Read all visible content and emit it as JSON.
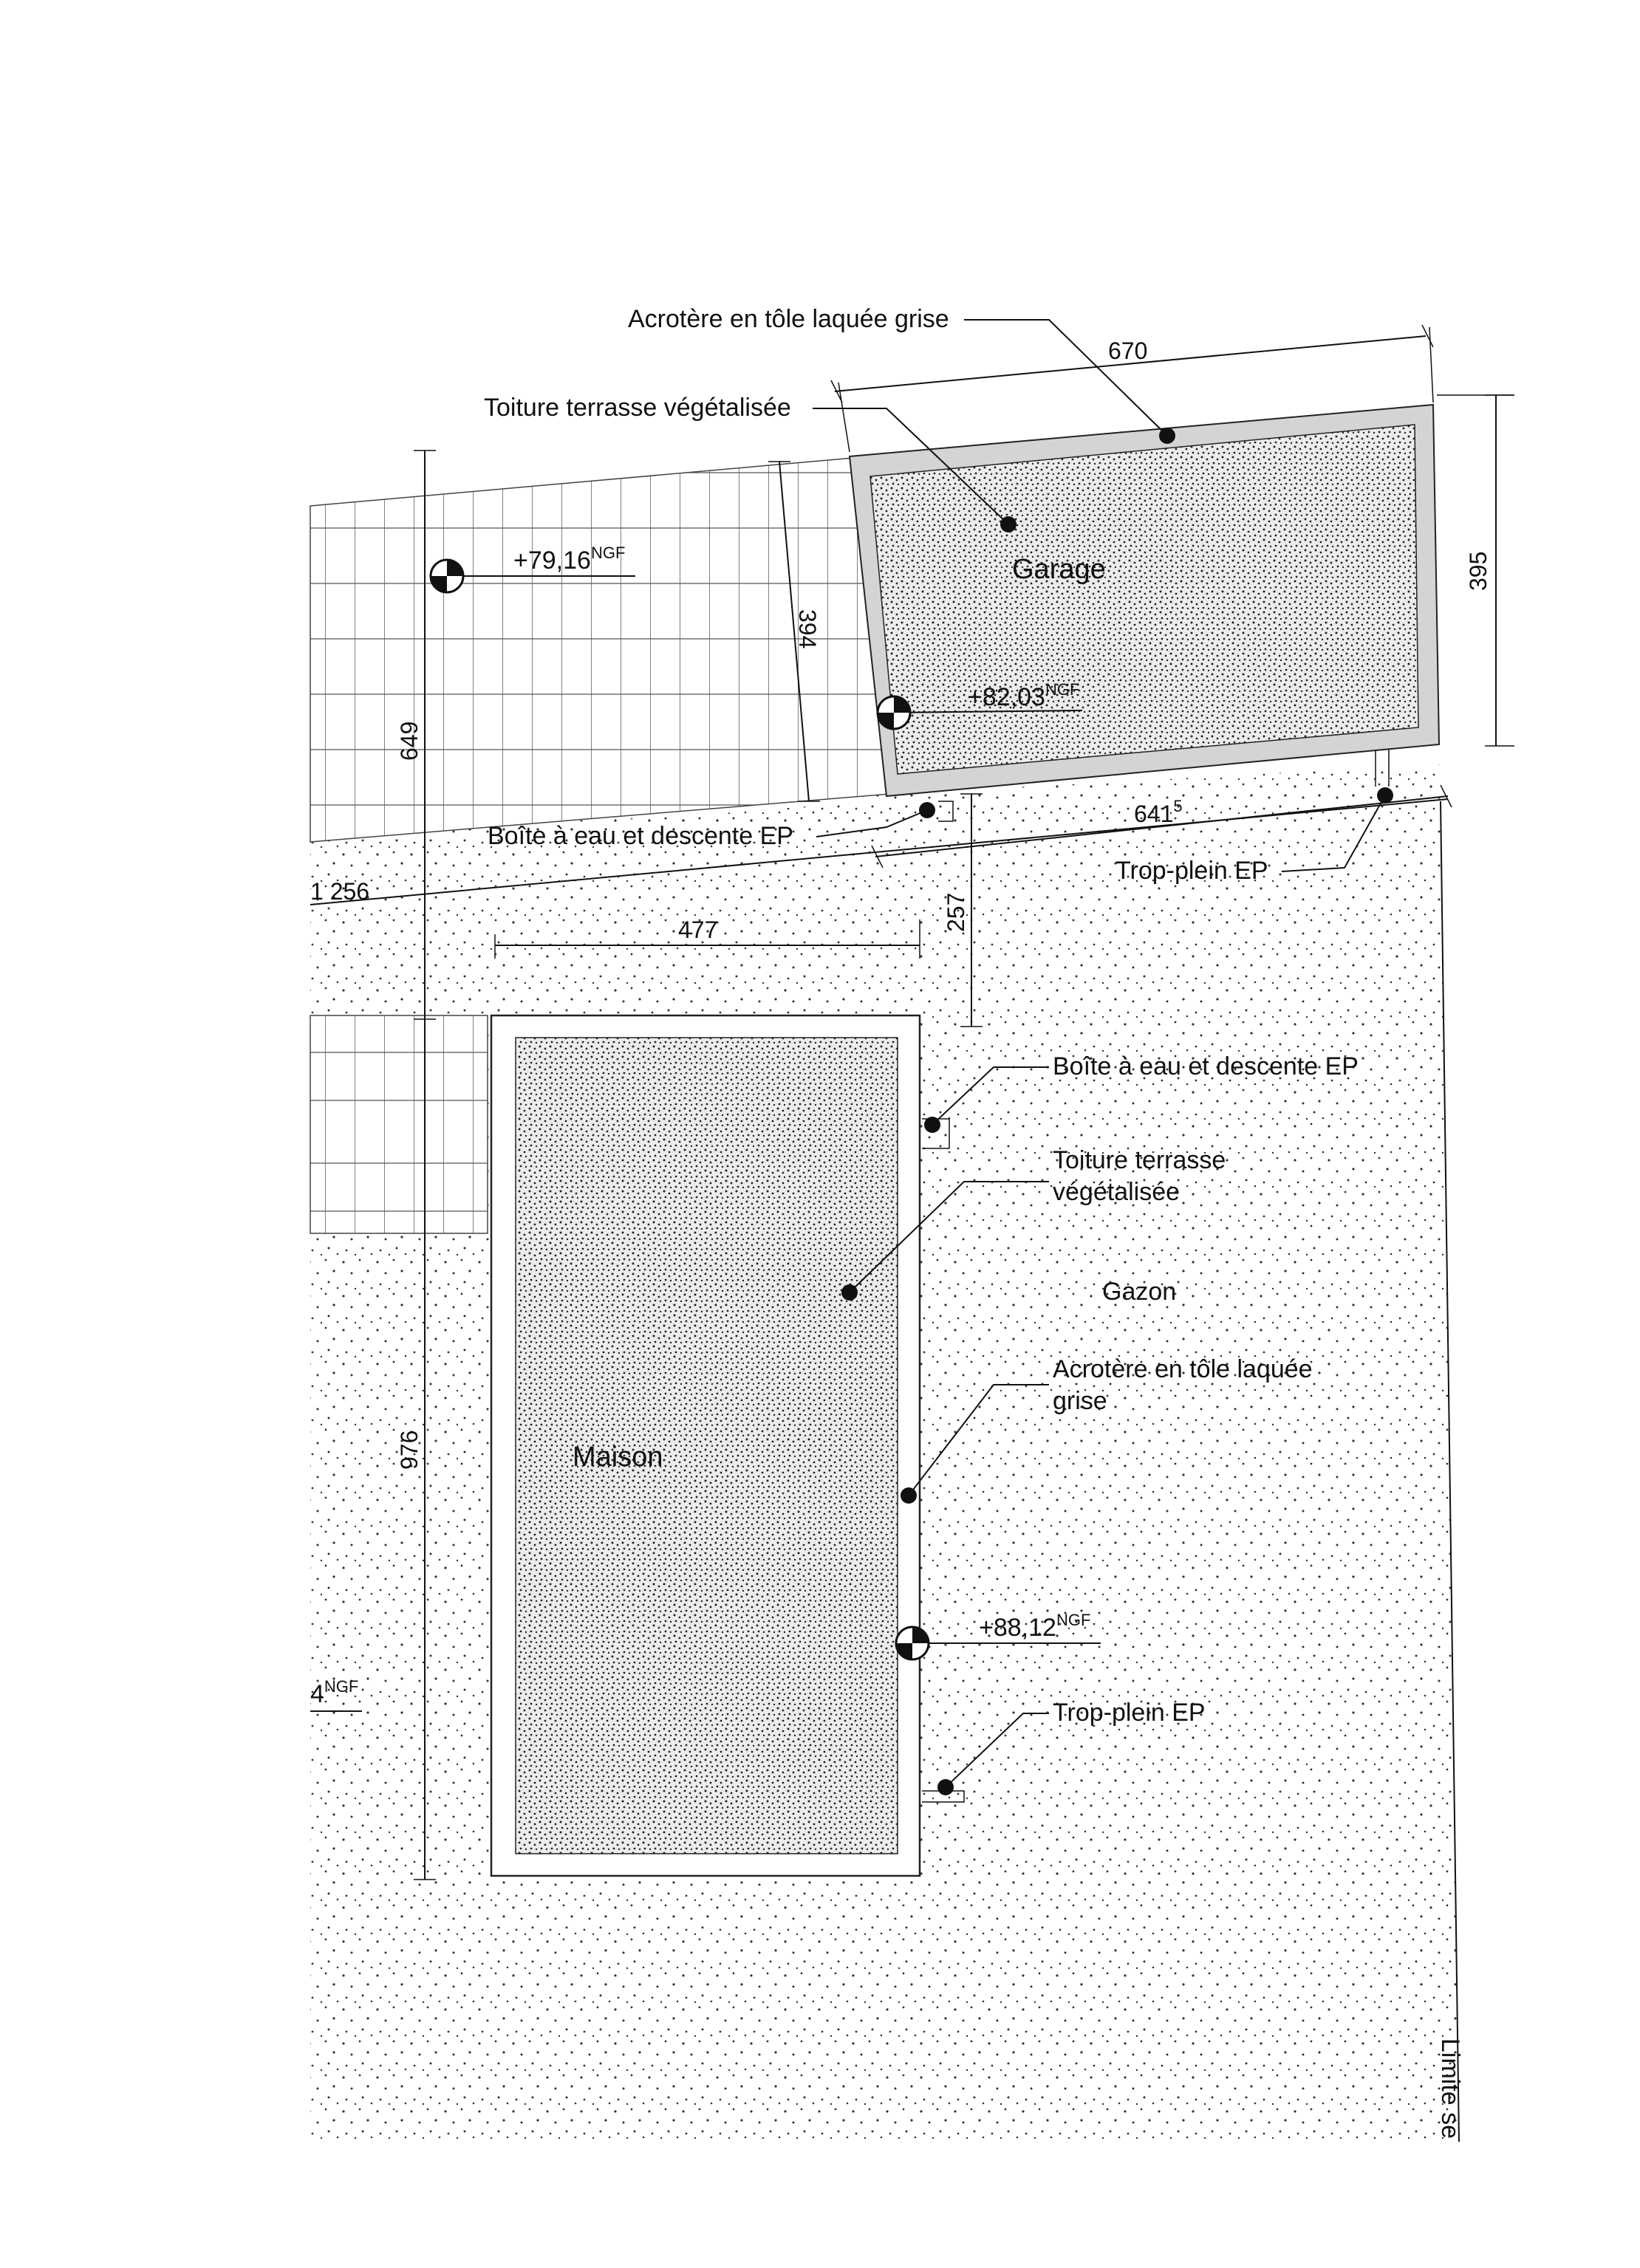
{
  "plan": {
    "labels": {
      "acrotere_top": "Acrotère en tôle laquée grise",
      "toiture_top": "Toiture terrasse végétalisée",
      "boite_top": "Boîte à eau et descente EP",
      "trop_plein_top": "Trop-plein EP",
      "boite_right": "Boîte à eau et descente EP",
      "toiture_right_1": "Toiture terrasse",
      "toiture_right_2": "végétalisée",
      "acrotere_right_1": "Acrotère en tôle laquée",
      "acrotere_right_2": "grise",
      "trop_plein_right": "Trop-plein EP",
      "limite": "Limite se"
    },
    "rooms": {
      "garage": "Garage",
      "maison": "Maison",
      "gazon": "Gazon"
    },
    "levels": {
      "l1": "+79,16",
      "l2": "+82,03",
      "l3": "+88,12",
      "l4": "4",
      "suffix": "NGF"
    },
    "dims": {
      "d670": "670",
      "d395": "395",
      "d394": "394",
      "d649": "649",
      "d641": "641",
      "d641_sup": "5",
      "d1256": "1 256",
      "d477": "477",
      "d257": "257",
      "d976": "976"
    }
  }
}
